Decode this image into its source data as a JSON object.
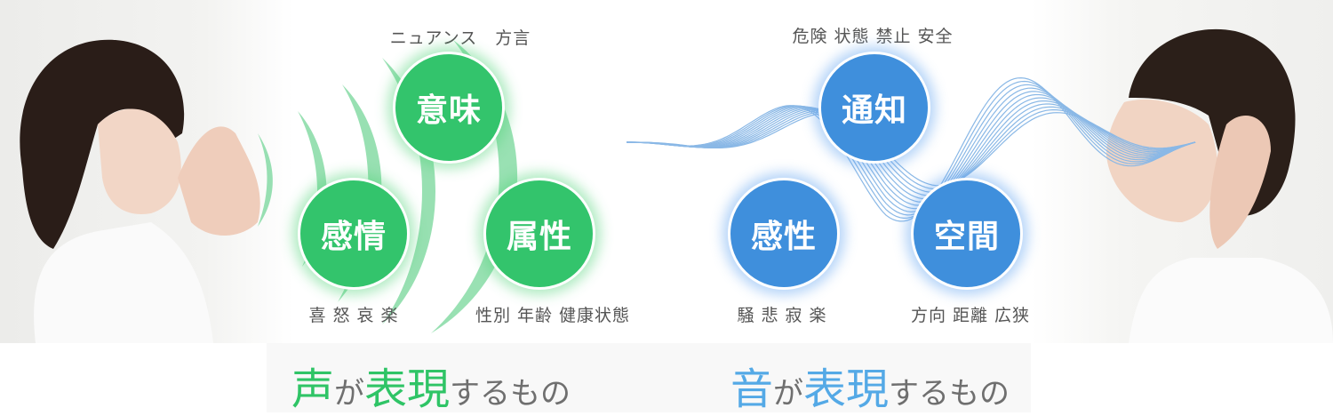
{
  "voice": {
    "circles": {
      "top": "意味",
      "left": "感情",
      "right": "属性"
    },
    "labels": {
      "top": "ニュアンス　方言",
      "left": "喜 怒 哀 楽",
      "right": "性別  年齢  健康状態"
    },
    "title": {
      "c1": "声",
      "c2": "が",
      "c3": "表現",
      "c4": "するもの"
    },
    "color": "#33c46c"
  },
  "sound": {
    "circles": {
      "top": "通知",
      "left": "感性",
      "right": "空間"
    },
    "labels": {
      "top": "危険  状態  禁止  安全",
      "left": "騒 悲 寂 楽",
      "right": "方向  距離  広狭"
    },
    "title": {
      "c1": "音",
      "c2": "が",
      "c3": "表現",
      "c4": "するもの"
    },
    "color": "#3f8fdc"
  }
}
